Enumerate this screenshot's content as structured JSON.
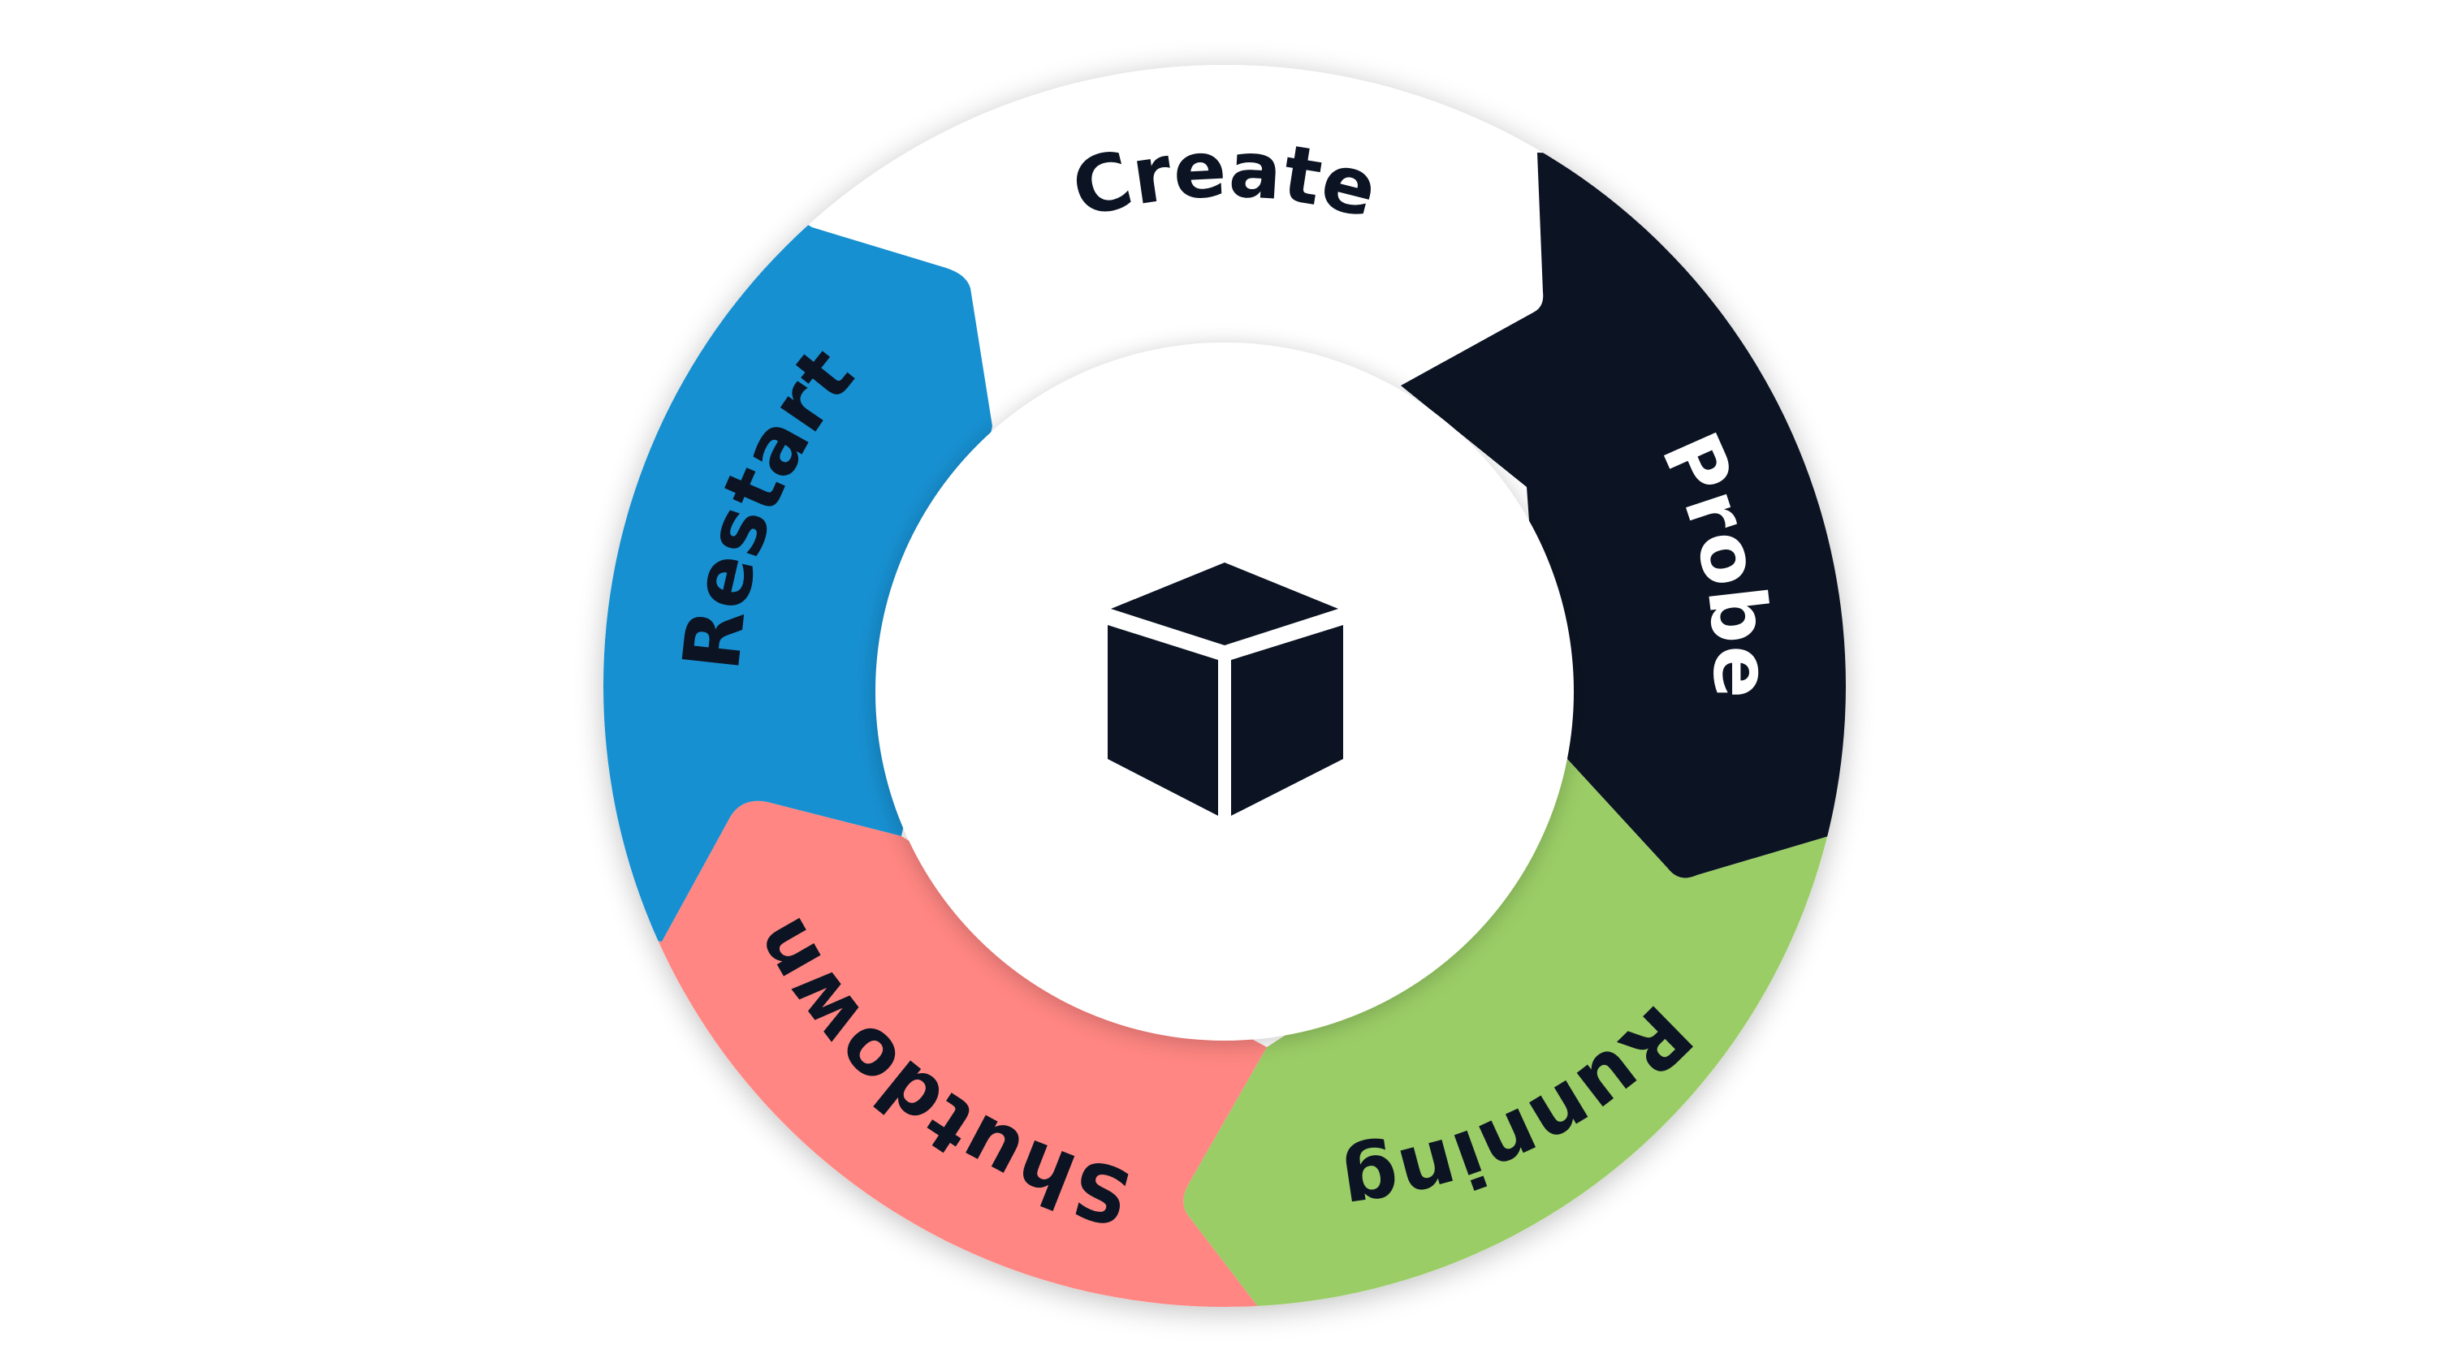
{
  "diagram": {
    "center_icon": "cube-icon",
    "colors": {
      "background": "#ffffff",
      "create": "#ffffff",
      "probe": "#0c1423",
      "running": "#9acd66",
      "shutdown": "#ff8682",
      "restart": "#1790d1",
      "inner_circle": "#ffffff",
      "cube": "#0c1423"
    },
    "stages": [
      {
        "key": "create",
        "label": "Create",
        "text_color": "#0c1423"
      },
      {
        "key": "probe",
        "label": "Probe",
        "text_color": "#ffffff"
      },
      {
        "key": "running",
        "label": "Running",
        "text_color": "#0c1423"
      },
      {
        "key": "shutdown",
        "label": "Shutdown",
        "text_color": "#0c1423"
      },
      {
        "key": "restart",
        "label": "Restart",
        "text_color": "#0c1423"
      }
    ]
  }
}
